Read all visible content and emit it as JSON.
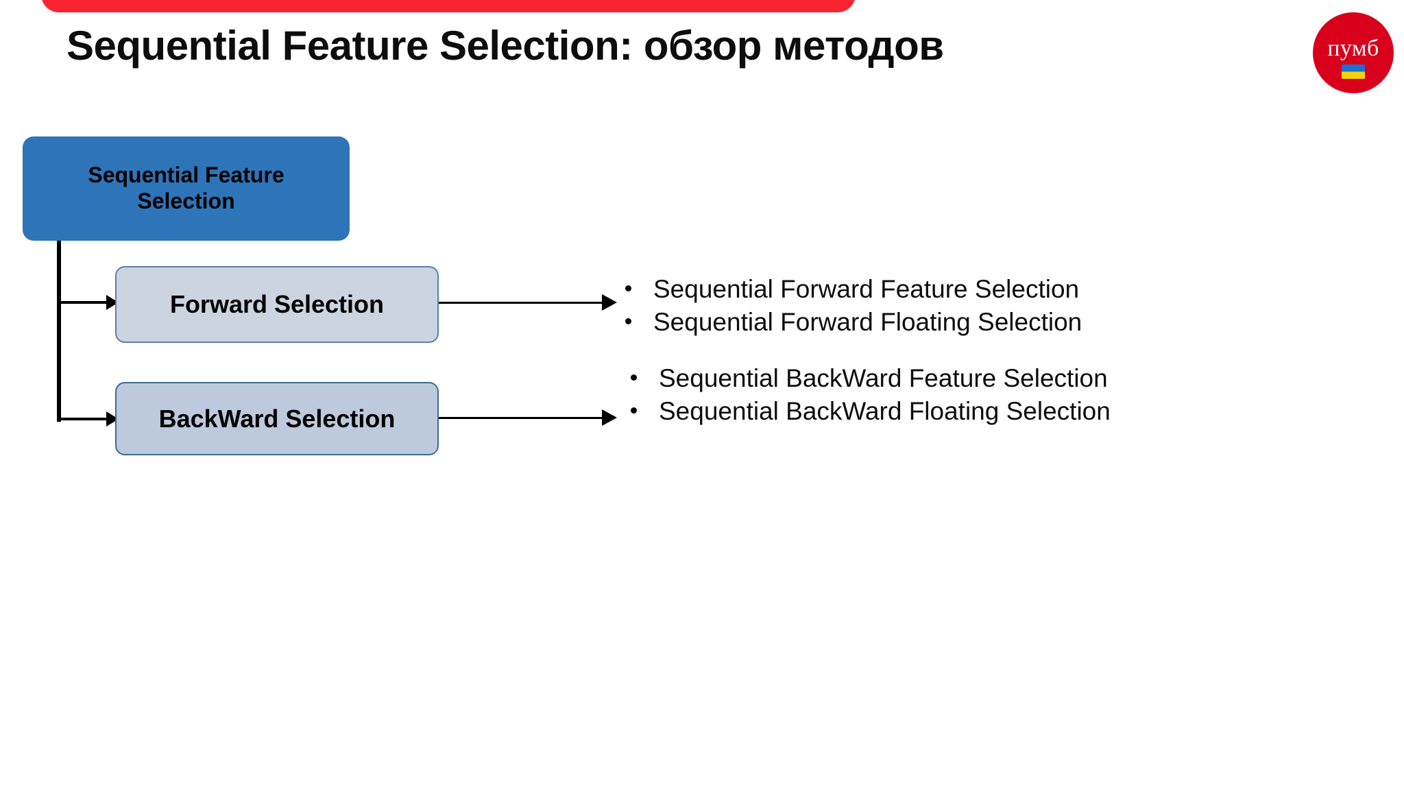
{
  "slide": {
    "title": "Sequential Feature Selection: обзор методов",
    "accent_color": "#F92430",
    "background": "#FFFFFF"
  },
  "logo": {
    "text": "пумб",
    "circle_color": "#D9001B",
    "flag_colors": [
      "#1C6FD0",
      "#F5D20A"
    ]
  },
  "diagram": {
    "root": {
      "label": "Sequential Feature Selection",
      "fill": "#2E74B8"
    },
    "branches": [
      {
        "label": "Forward Selection",
        "fill": "#CCD4E2",
        "border": "#5B7FA6",
        "methods": [
          "Sequential Forward Feature Selection",
          "Sequential Forward Floating Selection"
        ]
      },
      {
        "label": "BackWard Selection",
        "fill": "#BDC9DC",
        "border": "#3E6B94",
        "methods": [
          "Sequential BackWard Feature Selection",
          "Sequential BackWard Floating Selection"
        ]
      }
    ]
  }
}
